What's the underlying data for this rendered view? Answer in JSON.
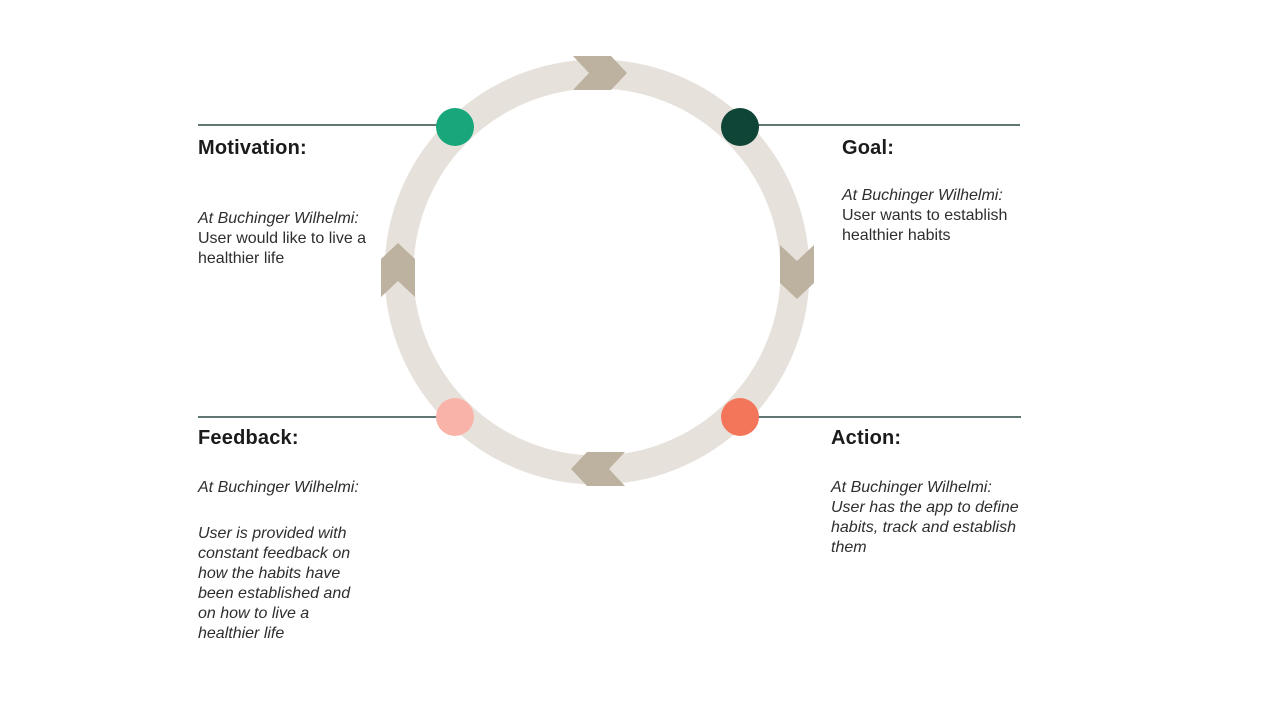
{
  "diagram": {
    "type": "cycle",
    "direction": "clockwise"
  },
  "colors": {
    "background": "#ffffff",
    "ring": "#e7e1db",
    "arrow": "#bdb19f",
    "connector_line": "#2b4a47",
    "heading_text": "#1b1b1b",
    "body_text": "#2e2e2e",
    "dot_motivation": "#17a77b",
    "dot_goal": "#0f4537",
    "dot_feedback": "#f9b3a9",
    "dot_action": "#f3765a"
  },
  "sections": {
    "motivation": {
      "heading": "Motivation:",
      "context_label": "At Buchinger Wilhelmi:",
      "body": "User would like to live a healthier life"
    },
    "goal": {
      "heading": "Goal:",
      "context_label": "At Buchinger Wilhelmi:",
      "body": "User wants to establish healthier habits"
    },
    "feedback": {
      "heading": "Feedback:",
      "context_label": "At Buchinger Wilhelmi:",
      "body": "User is provided with constant feedback on how the habits have been established and on how to live a healthier life"
    },
    "action": {
      "heading": "Action:",
      "context_label": "At Buchinger Wilhelmi:",
      "body": "User has the app to define habits, track and establish them"
    }
  }
}
